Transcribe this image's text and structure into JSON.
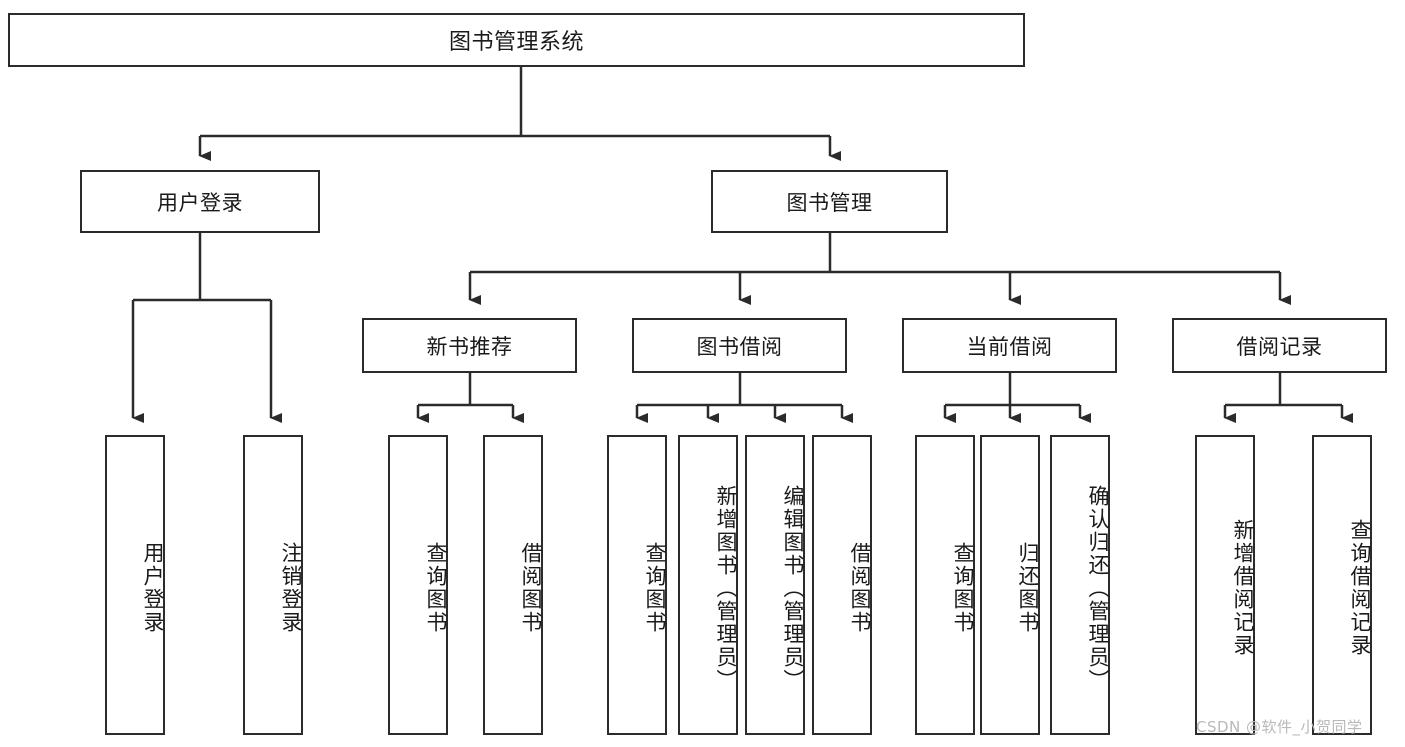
{
  "diagram": {
    "title": "图书管理系统",
    "type": "tree",
    "root": {
      "id": "root",
      "label": "图书管理系统"
    },
    "level2": [
      {
        "id": "user-login",
        "label": "用户登录"
      },
      {
        "id": "book-management",
        "label": "图书管理"
      }
    ],
    "level3": [
      {
        "id": "new-book-recommend",
        "label": "新书推荐",
        "parent": "book-management"
      },
      {
        "id": "book-borrow",
        "label": "图书借阅",
        "parent": "book-management"
      },
      {
        "id": "current-borrow",
        "label": "当前借阅",
        "parent": "book-management"
      },
      {
        "id": "borrow-record",
        "label": "借阅记录",
        "parent": "book-management"
      }
    ],
    "leaves": [
      {
        "id": "leaf-user-login",
        "label": "用户登录",
        "parent": "user-login"
      },
      {
        "id": "leaf-logout-login",
        "label": "注销登录",
        "parent": "user-login"
      },
      {
        "id": "leaf-query-book-1",
        "label": "查询图书",
        "parent": "new-book-recommend"
      },
      {
        "id": "leaf-borrow-book-1",
        "label": "借阅图书",
        "parent": "new-book-recommend"
      },
      {
        "id": "leaf-query-book-2",
        "label": "查询图书",
        "parent": "book-borrow"
      },
      {
        "id": "leaf-add-book",
        "label": "新增图书（管理员）",
        "parent": "book-borrow"
      },
      {
        "id": "leaf-edit-book",
        "label": "编辑图书（管理员）",
        "parent": "book-borrow"
      },
      {
        "id": "leaf-borrow-book-2",
        "label": "借阅图书",
        "parent": "book-borrow"
      },
      {
        "id": "leaf-query-book-3",
        "label": "查询图书",
        "parent": "current-borrow"
      },
      {
        "id": "leaf-return-book",
        "label": "归还图书",
        "parent": "current-borrow"
      },
      {
        "id": "leaf-confirm-return",
        "label": "确认归还（管理员）",
        "parent": "current-borrow"
      },
      {
        "id": "leaf-add-record",
        "label": "新增借阅记录",
        "parent": "borrow-record"
      },
      {
        "id": "leaf-query-record",
        "label": "查询借阅记录",
        "parent": "borrow-record"
      }
    ]
  },
  "watermark": {
    "text": "CSDN @软件_小贺同学"
  },
  "colors": {
    "stroke": "#2b2b2b",
    "background": "#ffffff",
    "text": "#1a1a1a",
    "watermark": "#b9b9b9"
  }
}
